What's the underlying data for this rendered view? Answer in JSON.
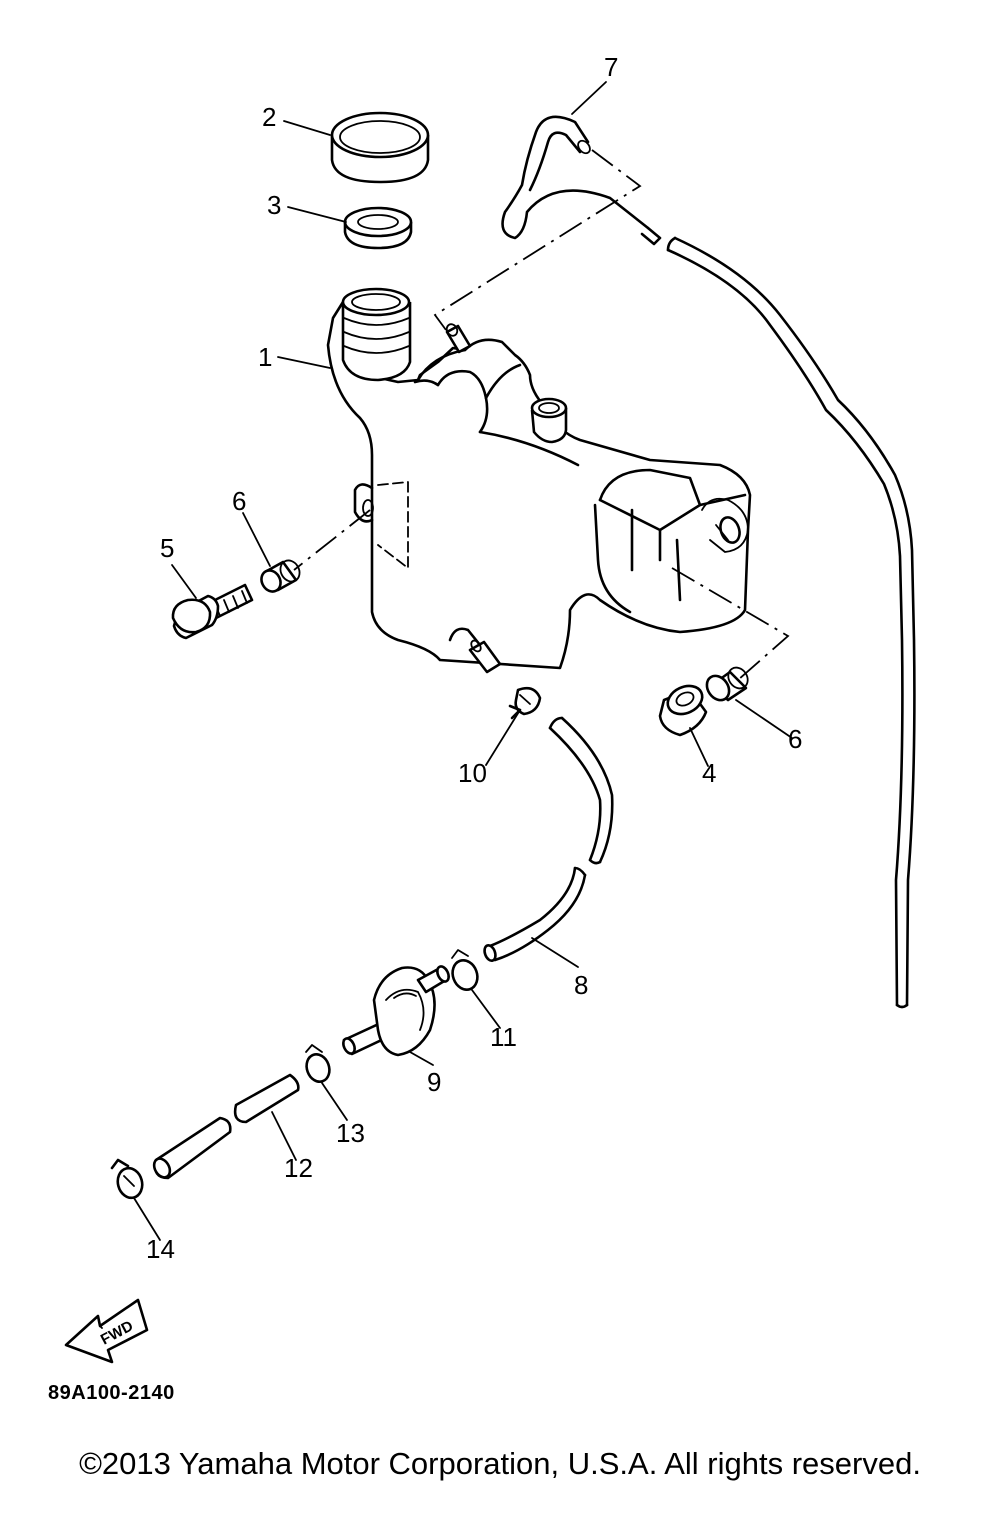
{
  "callouts": [
    {
      "id": "1",
      "label": "1"
    },
    {
      "id": "2",
      "label": "2"
    },
    {
      "id": "3",
      "label": "3"
    },
    {
      "id": "4",
      "label": "4"
    },
    {
      "id": "5",
      "label": "5"
    },
    {
      "id": "6a",
      "label": "6"
    },
    {
      "id": "6b",
      "label": "6"
    },
    {
      "id": "7",
      "label": "7"
    },
    {
      "id": "8",
      "label": "8"
    },
    {
      "id": "9",
      "label": "9"
    },
    {
      "id": "10",
      "label": "10"
    },
    {
      "id": "11",
      "label": "11"
    },
    {
      "id": "12",
      "label": "12"
    },
    {
      "id": "13",
      "label": "13"
    },
    {
      "id": "14",
      "label": "14"
    }
  ],
  "fwd_arrow_text": "FWD",
  "drawing_code": "89A100-2140",
  "copyright": "©2013 Yamaha Motor Corporation, U.S.A. All rights reserved."
}
